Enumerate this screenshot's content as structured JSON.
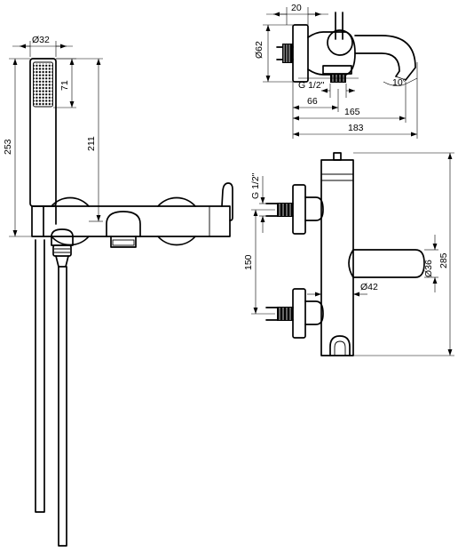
{
  "drawing": {
    "line_color": "#000000",
    "background": "#ffffff",
    "front_view": {
      "dim_hand_shower_diameter": "Ø32",
      "dim_nozzle_height": "71",
      "dim_total_height": "253",
      "dim_holder_height": "211"
    },
    "top_view": {
      "dim_body_depth": "20",
      "dim_rosette_diameter": "Ø62",
      "dim_thread": "G 1/2\"",
      "dim_to_axis": "66",
      "dim_spout_projection": "165",
      "dim_total_projection": "183",
      "dim_spout_angle": "10°"
    },
    "side_view": {
      "dim_thread": "G 1/2\"",
      "dim_inlet_spacing": "150",
      "dim_spout_diameter": "Ø36",
      "dim_body_height": "285",
      "dim_body_diameter": "Ø42"
    }
  }
}
